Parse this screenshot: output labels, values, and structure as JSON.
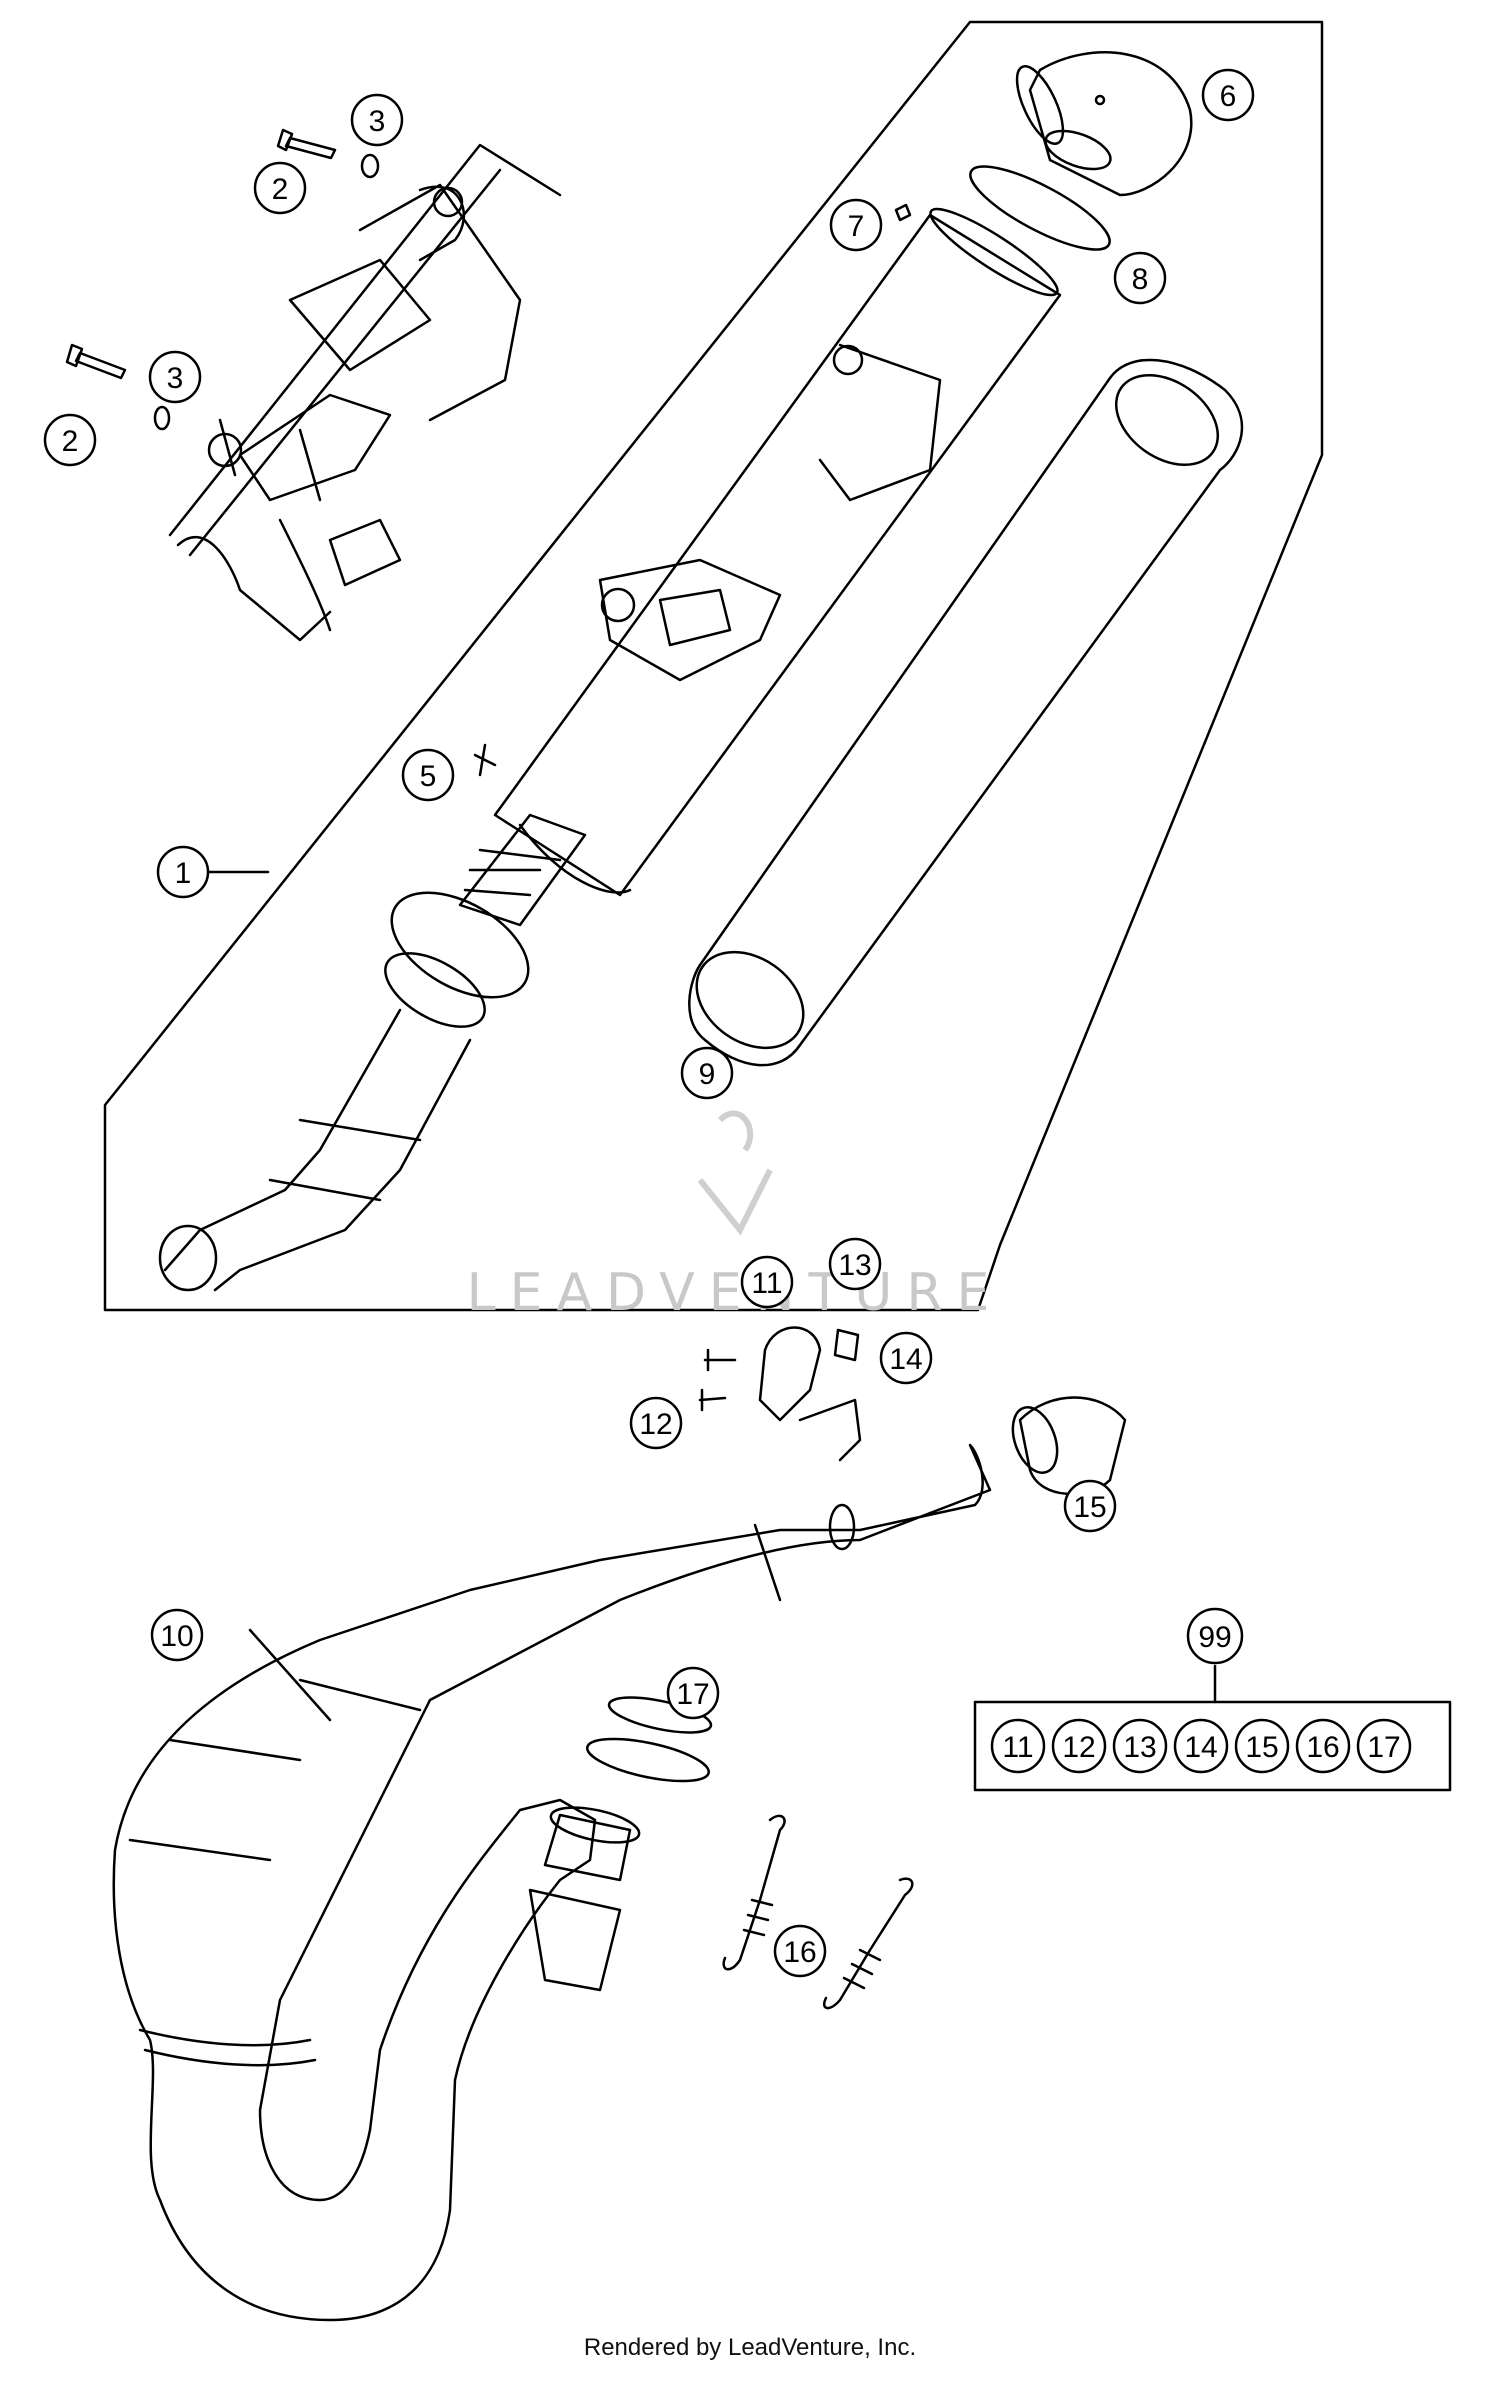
{
  "diagram": {
    "callouts": [
      "1",
      "2",
      "2",
      "3",
      "3",
      "5",
      "6",
      "7",
      "8",
      "9",
      "10",
      "11",
      "12",
      "13",
      "14",
      "15",
      "16",
      "17"
    ],
    "kit": {
      "label": "99",
      "items": [
        "11",
        "12",
        "13",
        "14",
        "15",
        "16",
        "17"
      ]
    },
    "watermark": "LEADVENTURE",
    "footer": "Rendered by LeadVenture, Inc."
  }
}
